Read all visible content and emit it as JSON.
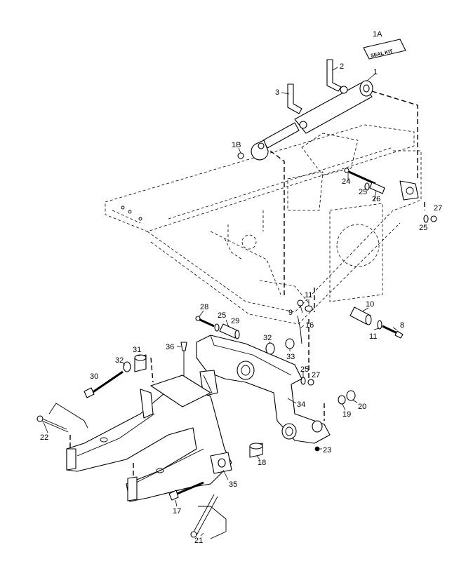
{
  "diagram": {
    "seal_kit_text": "SEAL KIT",
    "callouts": [
      {
        "id": "c-1A",
        "label": "1A"
      },
      {
        "id": "c-1",
        "label": "1"
      },
      {
        "id": "c-2",
        "label": "2"
      },
      {
        "id": "c-3",
        "label": "3"
      },
      {
        "id": "c-1B",
        "label": "1B"
      },
      {
        "id": "c-24",
        "label": "24"
      },
      {
        "id": "c-25a",
        "label": "25"
      },
      {
        "id": "c-26",
        "label": "26"
      },
      {
        "id": "c-27a",
        "label": "27"
      },
      {
        "id": "c-25b",
        "label": "25"
      },
      {
        "id": "c-11a",
        "label": "11"
      },
      {
        "id": "c-9",
        "label": "9"
      },
      {
        "id": "c-10",
        "label": "10"
      },
      {
        "id": "c-8",
        "label": "8"
      },
      {
        "id": "c-11b",
        "label": "11"
      },
      {
        "id": "c-28",
        "label": "28"
      },
      {
        "id": "c-25c",
        "label": "25"
      },
      {
        "id": "c-29",
        "label": "29"
      },
      {
        "id": "c-16",
        "label": "16"
      },
      {
        "id": "c-36",
        "label": "36"
      },
      {
        "id": "c-32a",
        "label": "32"
      },
      {
        "id": "c-33",
        "label": "33"
      },
      {
        "id": "c-31",
        "label": "31"
      },
      {
        "id": "c-32b",
        "label": "32"
      },
      {
        "id": "c-30",
        "label": "30"
      },
      {
        "id": "c-25d",
        "label": "25"
      },
      {
        "id": "c-27b",
        "label": "27"
      },
      {
        "id": "c-34",
        "label": "34"
      },
      {
        "id": "c-20",
        "label": "20"
      },
      {
        "id": "c-19",
        "label": "19"
      },
      {
        "id": "c-22",
        "label": "22"
      },
      {
        "id": "c-23",
        "label": "23"
      },
      {
        "id": "c-18",
        "label": "18"
      },
      {
        "id": "c-35",
        "label": "35"
      },
      {
        "id": "c-17",
        "label": "17"
      },
      {
        "id": "c-21",
        "label": "21"
      }
    ]
  }
}
